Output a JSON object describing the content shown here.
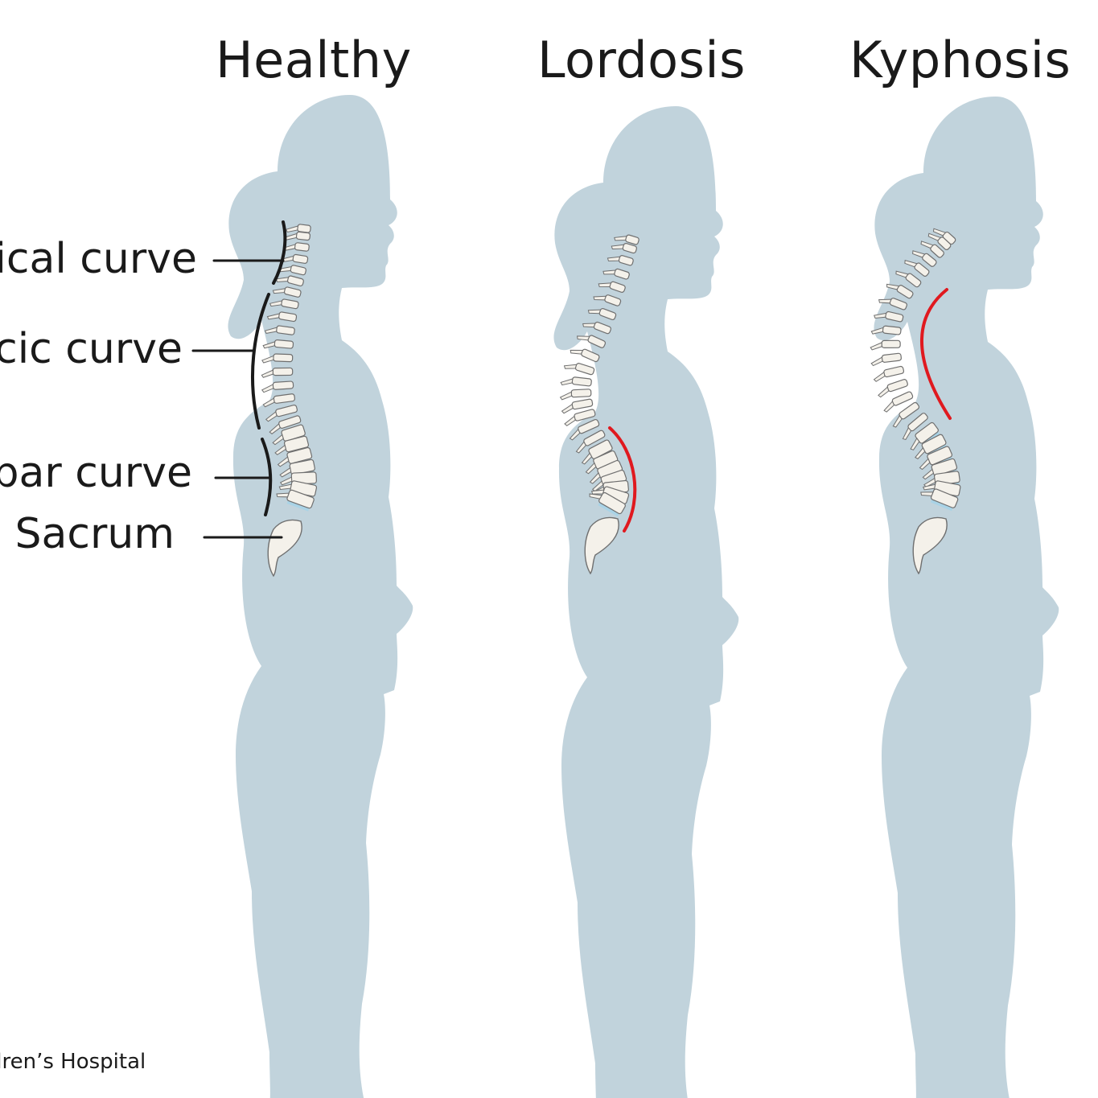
{
  "titles": {
    "healthy": "Healthy",
    "lordosis": "Lordosis",
    "kyphosis": "Kyphosis"
  },
  "labels": {
    "cervical": "ical curve",
    "thoracic": "cic curve",
    "lumbar": "bar curve",
    "sacrum": "Sacrum"
  },
  "credit": "dren’s Hospital",
  "colors": {
    "silhouette": "#c1d3dc",
    "vertebra": "#f4f1ea",
    "vertebra_outline": "#6f6f6f",
    "disc": "#a9d3e6",
    "leader_line": "#1a1a1a",
    "abnormal_curve": "#e0191f"
  }
}
